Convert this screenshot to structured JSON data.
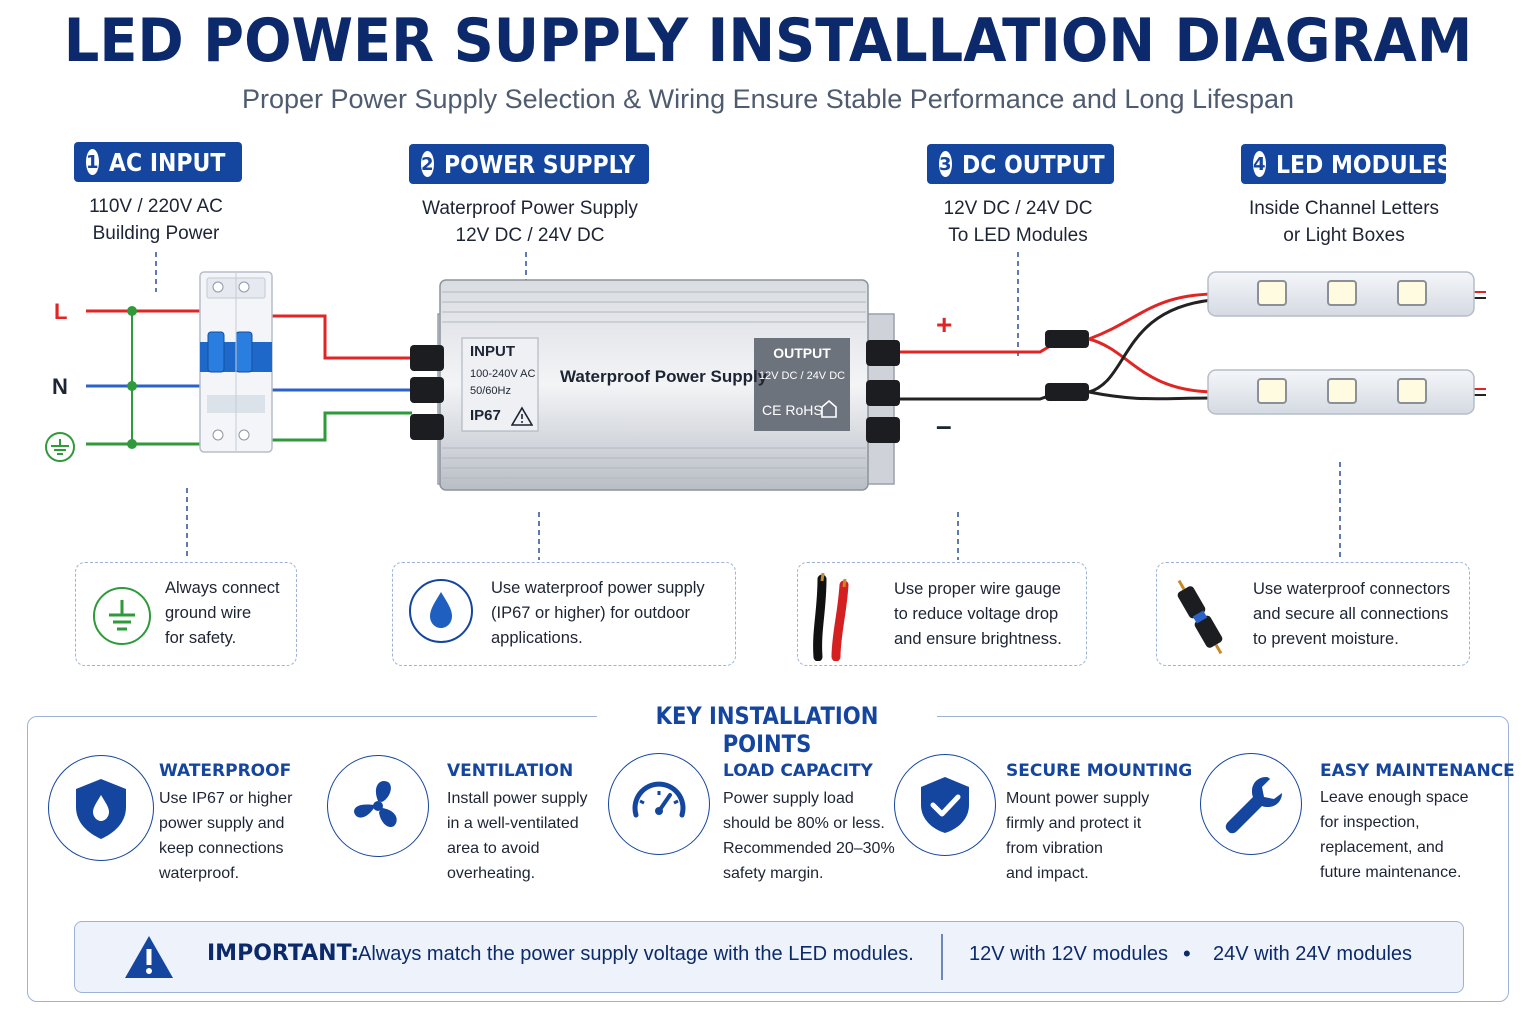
{
  "title": "LED POWER SUPPLY INSTALLATION DIAGRAM",
  "subtitle": "Proper Power Supply Selection & Wiring Ensure Stable Performance and Long Lifespan",
  "steps": [
    {
      "num": "1",
      "label": "AC INPUT",
      "line1": "110V / 220V AC",
      "line2": "Building Power"
    },
    {
      "num": "2",
      "label": "POWER SUPPLY",
      "line1": "Waterproof Power Supply",
      "line2": "12V DC / 24V DC"
    },
    {
      "num": "3",
      "label": "DC OUTPUT",
      "line1": "12V DC / 24V DC",
      "line2": "To LED Modules"
    },
    {
      "num": "4",
      "label": "LED MODULES",
      "line1": "Inside Channel Letters",
      "line2": "or Light Boxes"
    }
  ],
  "wires": {
    "live": "L",
    "neutral": "N",
    "plus": "+",
    "minus": "–"
  },
  "power_supply": {
    "input_title": "INPUT",
    "input_spec1": "100-240V AC",
    "input_spec2": "50/60Hz",
    "rating": "IP67",
    "name": "Waterproof Power Supply",
    "output_title": "OUTPUT",
    "output_spec": "12V DC / 24V DC",
    "marks": "CE RoHS"
  },
  "tips": [
    {
      "icon": "ground-icon",
      "lines": [
        "Always connect",
        "ground wire",
        "for safety."
      ]
    },
    {
      "icon": "water-drop-icon",
      "lines": [
        "Use waterproof power supply",
        "(IP67 or higher) for outdoor",
        "applications."
      ]
    },
    {
      "icon": "wire-gauge-icon",
      "lines": [
        "Use proper wire gauge",
        "to reduce voltage drop",
        "and ensure brightness."
      ]
    },
    {
      "icon": "connector-icon",
      "lines": [
        "Use waterproof connectors",
        "and secure all connections",
        "to prevent moisture."
      ]
    }
  ],
  "key_title": "KEY INSTALLATION POINTS",
  "points": [
    {
      "icon": "shield-drop-icon",
      "heading": "WATERPROOF",
      "lines": [
        "Use IP67 or higher",
        "power supply and",
        "keep connections",
        "waterproof."
      ]
    },
    {
      "icon": "fan-icon",
      "heading": "VENTILATION",
      "lines": [
        "Install power supply",
        "in a well-ventilated",
        "area to avoid",
        "overheating."
      ]
    },
    {
      "icon": "gauge-icon",
      "heading": "LOAD CAPACITY",
      "lines": [
        "Power supply load",
        "should be 80% or less.",
        "Recommended 20–30%",
        "safety margin."
      ]
    },
    {
      "icon": "shield-check-icon",
      "heading": "SECURE MOUNTING",
      "lines": [
        "Mount power supply",
        "firmly and protect it",
        "from vibration",
        "and impact."
      ]
    },
    {
      "icon": "wrench-icon",
      "heading": "EASY MAINTENANCE",
      "lines": [
        "Leave enough space",
        "for inspection,",
        "replacement, and",
        "future maintenance."
      ]
    }
  ],
  "important": {
    "label": "IMPORTANT:",
    "message": "Always match the power supply voltage with the LED modules.",
    "v12": "12V with 12V modules",
    "bullet": "•",
    "v24": "24V with 24V modules"
  },
  "colors": {
    "brand_blue": "#1446a0",
    "dark_blue": "#0c2a6b",
    "live": "#e02525",
    "neutral": "#2a62c9",
    "ground": "#2e9a3a"
  }
}
